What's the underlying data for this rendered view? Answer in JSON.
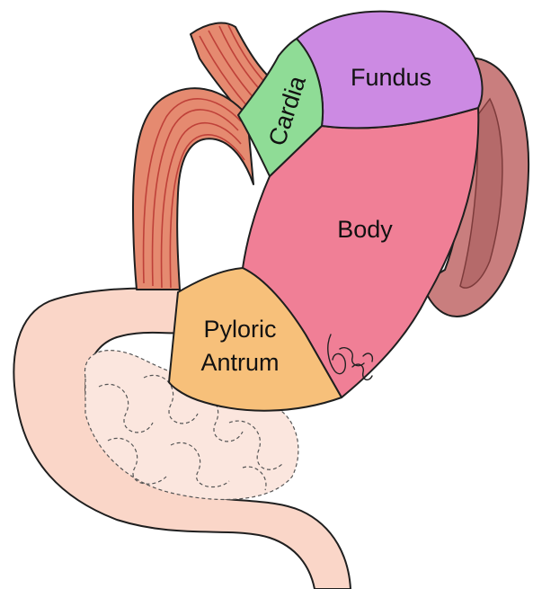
{
  "diagram": {
    "regions": [
      {
        "key": "fundus",
        "label": "Fundus",
        "color": "#cc8ae3"
      },
      {
        "key": "cardia",
        "label": "Cardia",
        "color": "#8fdc96"
      },
      {
        "key": "body",
        "label": "Body",
        "color": "#f07f96"
      },
      {
        "key": "pyloric_antrum",
        "label_line1": "Pyloric",
        "label_line2": "Antrum",
        "color": "#f7c07a"
      }
    ],
    "colors": {
      "esophagus": "#e58a70",
      "spleen": "#c97e7e",
      "duodenum": "#fad6c8",
      "pancreas": "#fbe6de"
    },
    "signature_icon": "artist-signature-icon"
  }
}
